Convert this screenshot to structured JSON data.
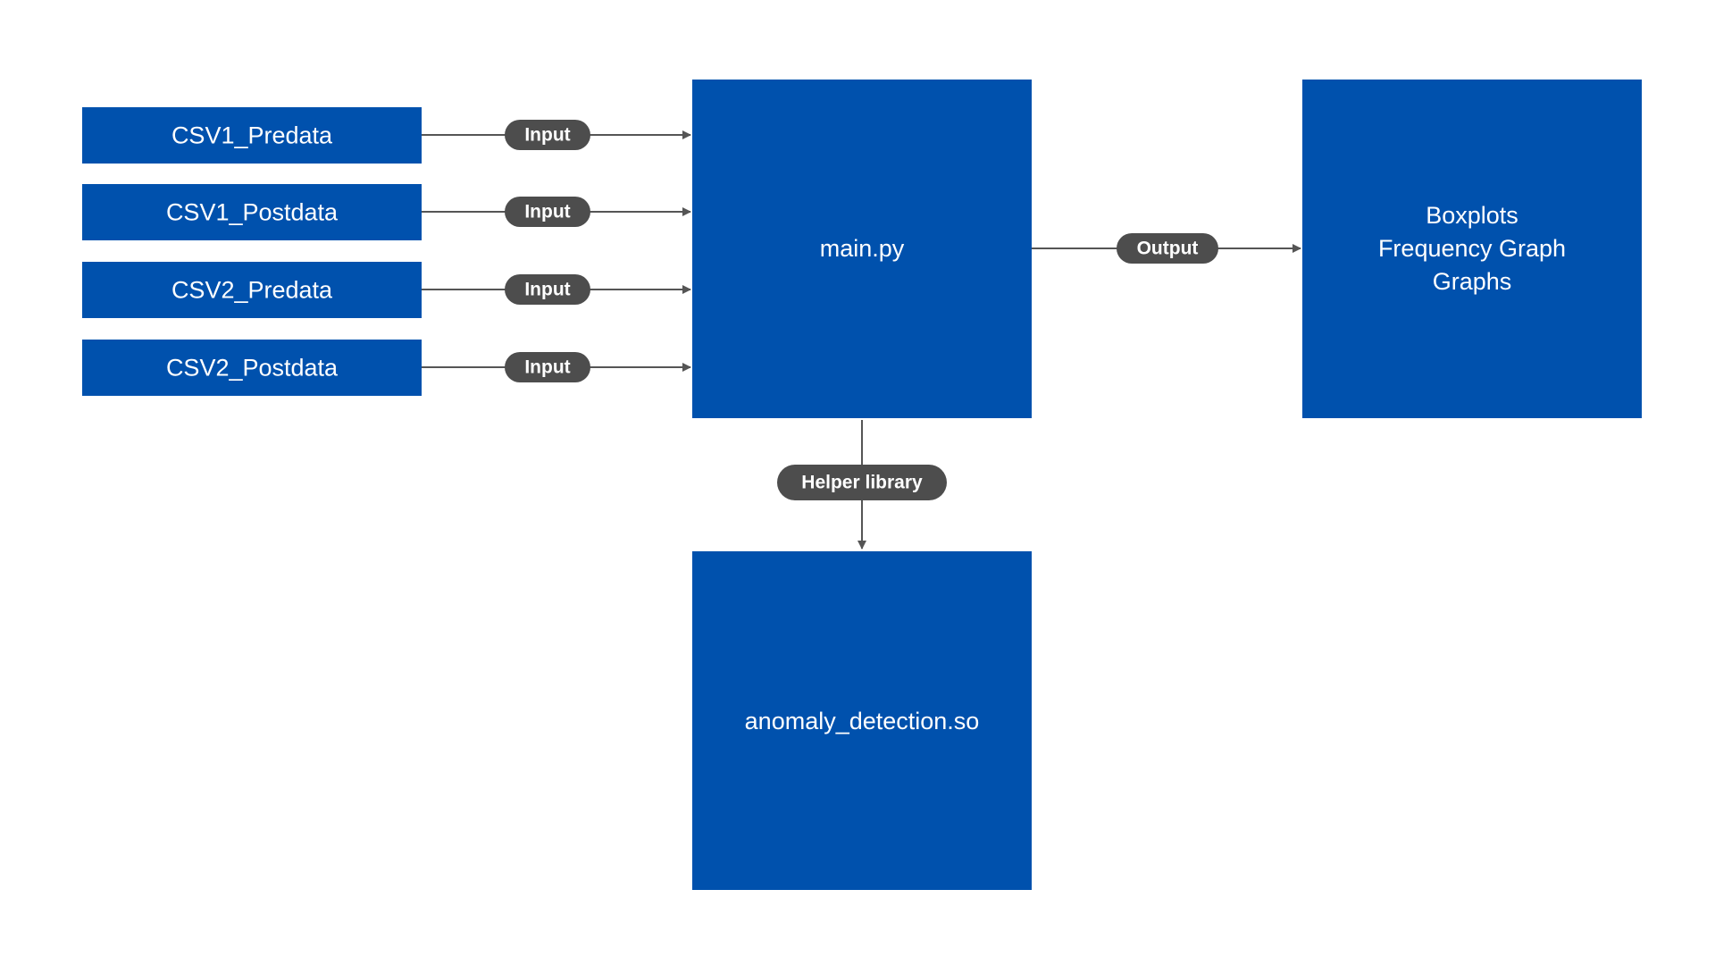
{
  "diagram": {
    "inputs": [
      {
        "label": "CSV1_Predata",
        "edge_label": "Input"
      },
      {
        "label": "CSV1_Postdata",
        "edge_label": "Input"
      },
      {
        "label": "CSV2_Predata",
        "edge_label": "Input"
      },
      {
        "label": "CSV2_Postdata",
        "edge_label": "Input"
      }
    ],
    "main": {
      "label": "main.py"
    },
    "output": {
      "lines": [
        "Boxplots",
        "Frequency Graph",
        "Graphs"
      ],
      "edge_label": "Output"
    },
    "helper": {
      "label": "anomaly_detection.so",
      "edge_label": "Helper library"
    }
  },
  "colors": {
    "box": "#0051ad",
    "pill": "#4d4d4d",
    "connector": "#555555",
    "text": "#ffffff"
  }
}
